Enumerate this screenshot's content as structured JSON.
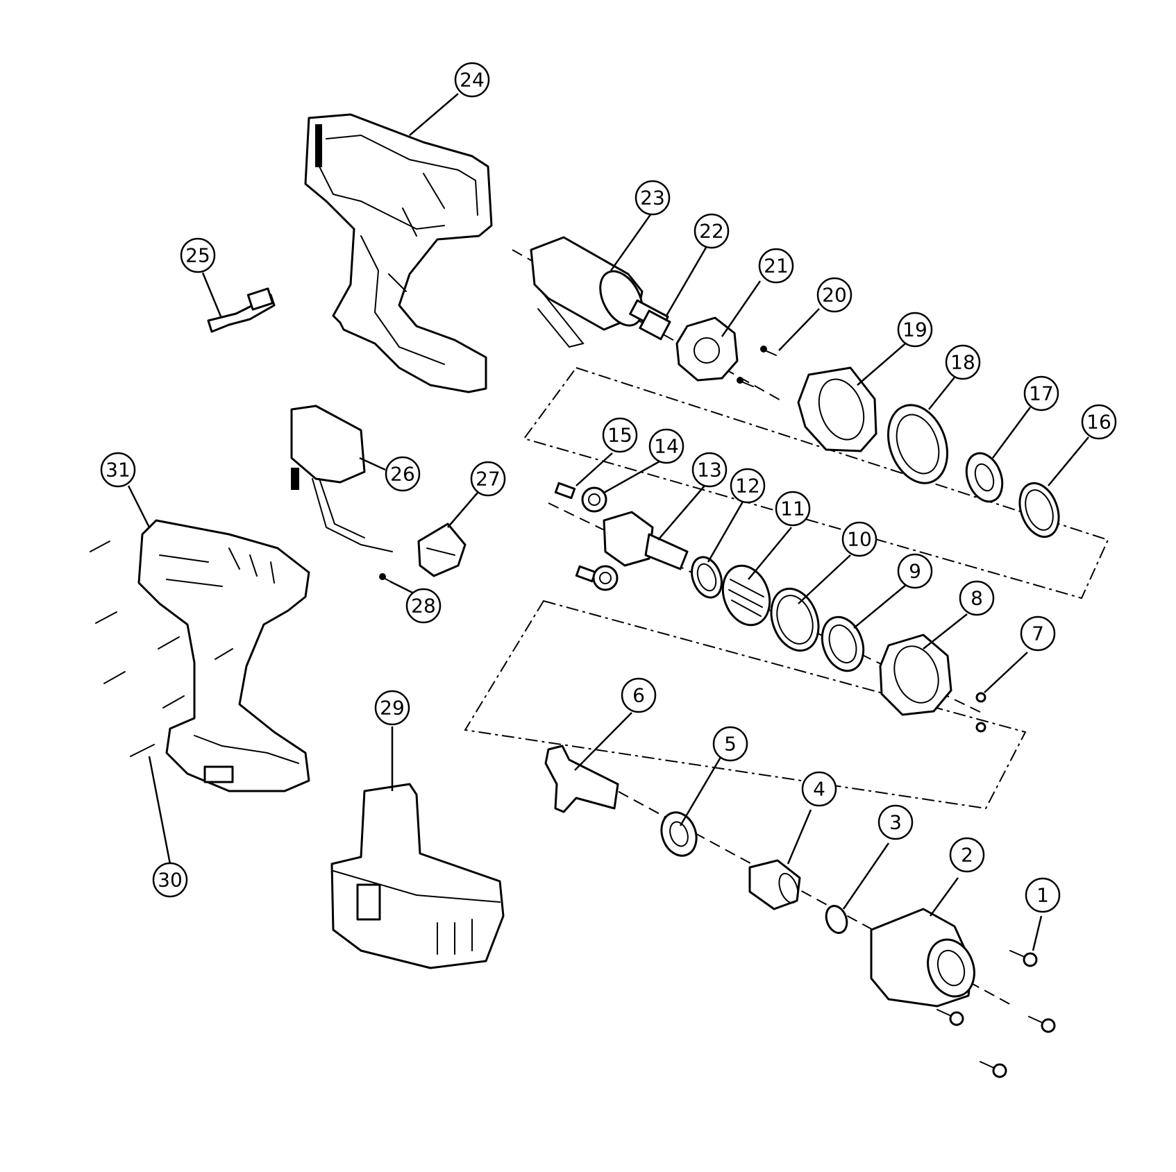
{
  "diagram": {
    "colors": {
      "ink": "#000000",
      "paper": "#ffffff"
    },
    "callouts": [
      {
        "id": 1,
        "label": "1"
      },
      {
        "id": 2,
        "label": "2"
      },
      {
        "id": 3,
        "label": "3"
      },
      {
        "id": 4,
        "label": "4"
      },
      {
        "id": 5,
        "label": "5"
      },
      {
        "id": 6,
        "label": "6"
      },
      {
        "id": 7,
        "label": "7"
      },
      {
        "id": 8,
        "label": "8"
      },
      {
        "id": 9,
        "label": "9"
      },
      {
        "id": 10,
        "label": "10"
      },
      {
        "id": 11,
        "label": "11"
      },
      {
        "id": 12,
        "label": "12"
      },
      {
        "id": 13,
        "label": "13"
      },
      {
        "id": 14,
        "label": "14"
      },
      {
        "id": 15,
        "label": "15"
      },
      {
        "id": 16,
        "label": "16"
      },
      {
        "id": 17,
        "label": "17"
      },
      {
        "id": 18,
        "label": "18"
      },
      {
        "id": 19,
        "label": "19"
      },
      {
        "id": 20,
        "label": "20"
      },
      {
        "id": 21,
        "label": "21"
      },
      {
        "id": 22,
        "label": "22"
      },
      {
        "id": 23,
        "label": "23"
      },
      {
        "id": 24,
        "label": "24"
      },
      {
        "id": 25,
        "label": "25"
      },
      {
        "id": 26,
        "label": "26"
      },
      {
        "id": 27,
        "label": "27"
      },
      {
        "id": 28,
        "label": "28"
      },
      {
        "id": 29,
        "label": "29"
      },
      {
        "id": 30,
        "label": "30"
      },
      {
        "id": 31,
        "label": "31"
      }
    ]
  }
}
